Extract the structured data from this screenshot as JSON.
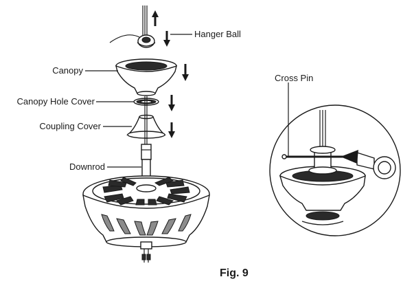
{
  "labels": {
    "hanger_ball": "Hanger Ball",
    "canopy": "Canopy",
    "canopy_hole_cover": "Canopy Hole Cover",
    "coupling_cover": "Coupling Cover",
    "downrod": "Downrod",
    "cross_pin": "Cross Pin"
  },
  "caption": "Fig. 9"
}
